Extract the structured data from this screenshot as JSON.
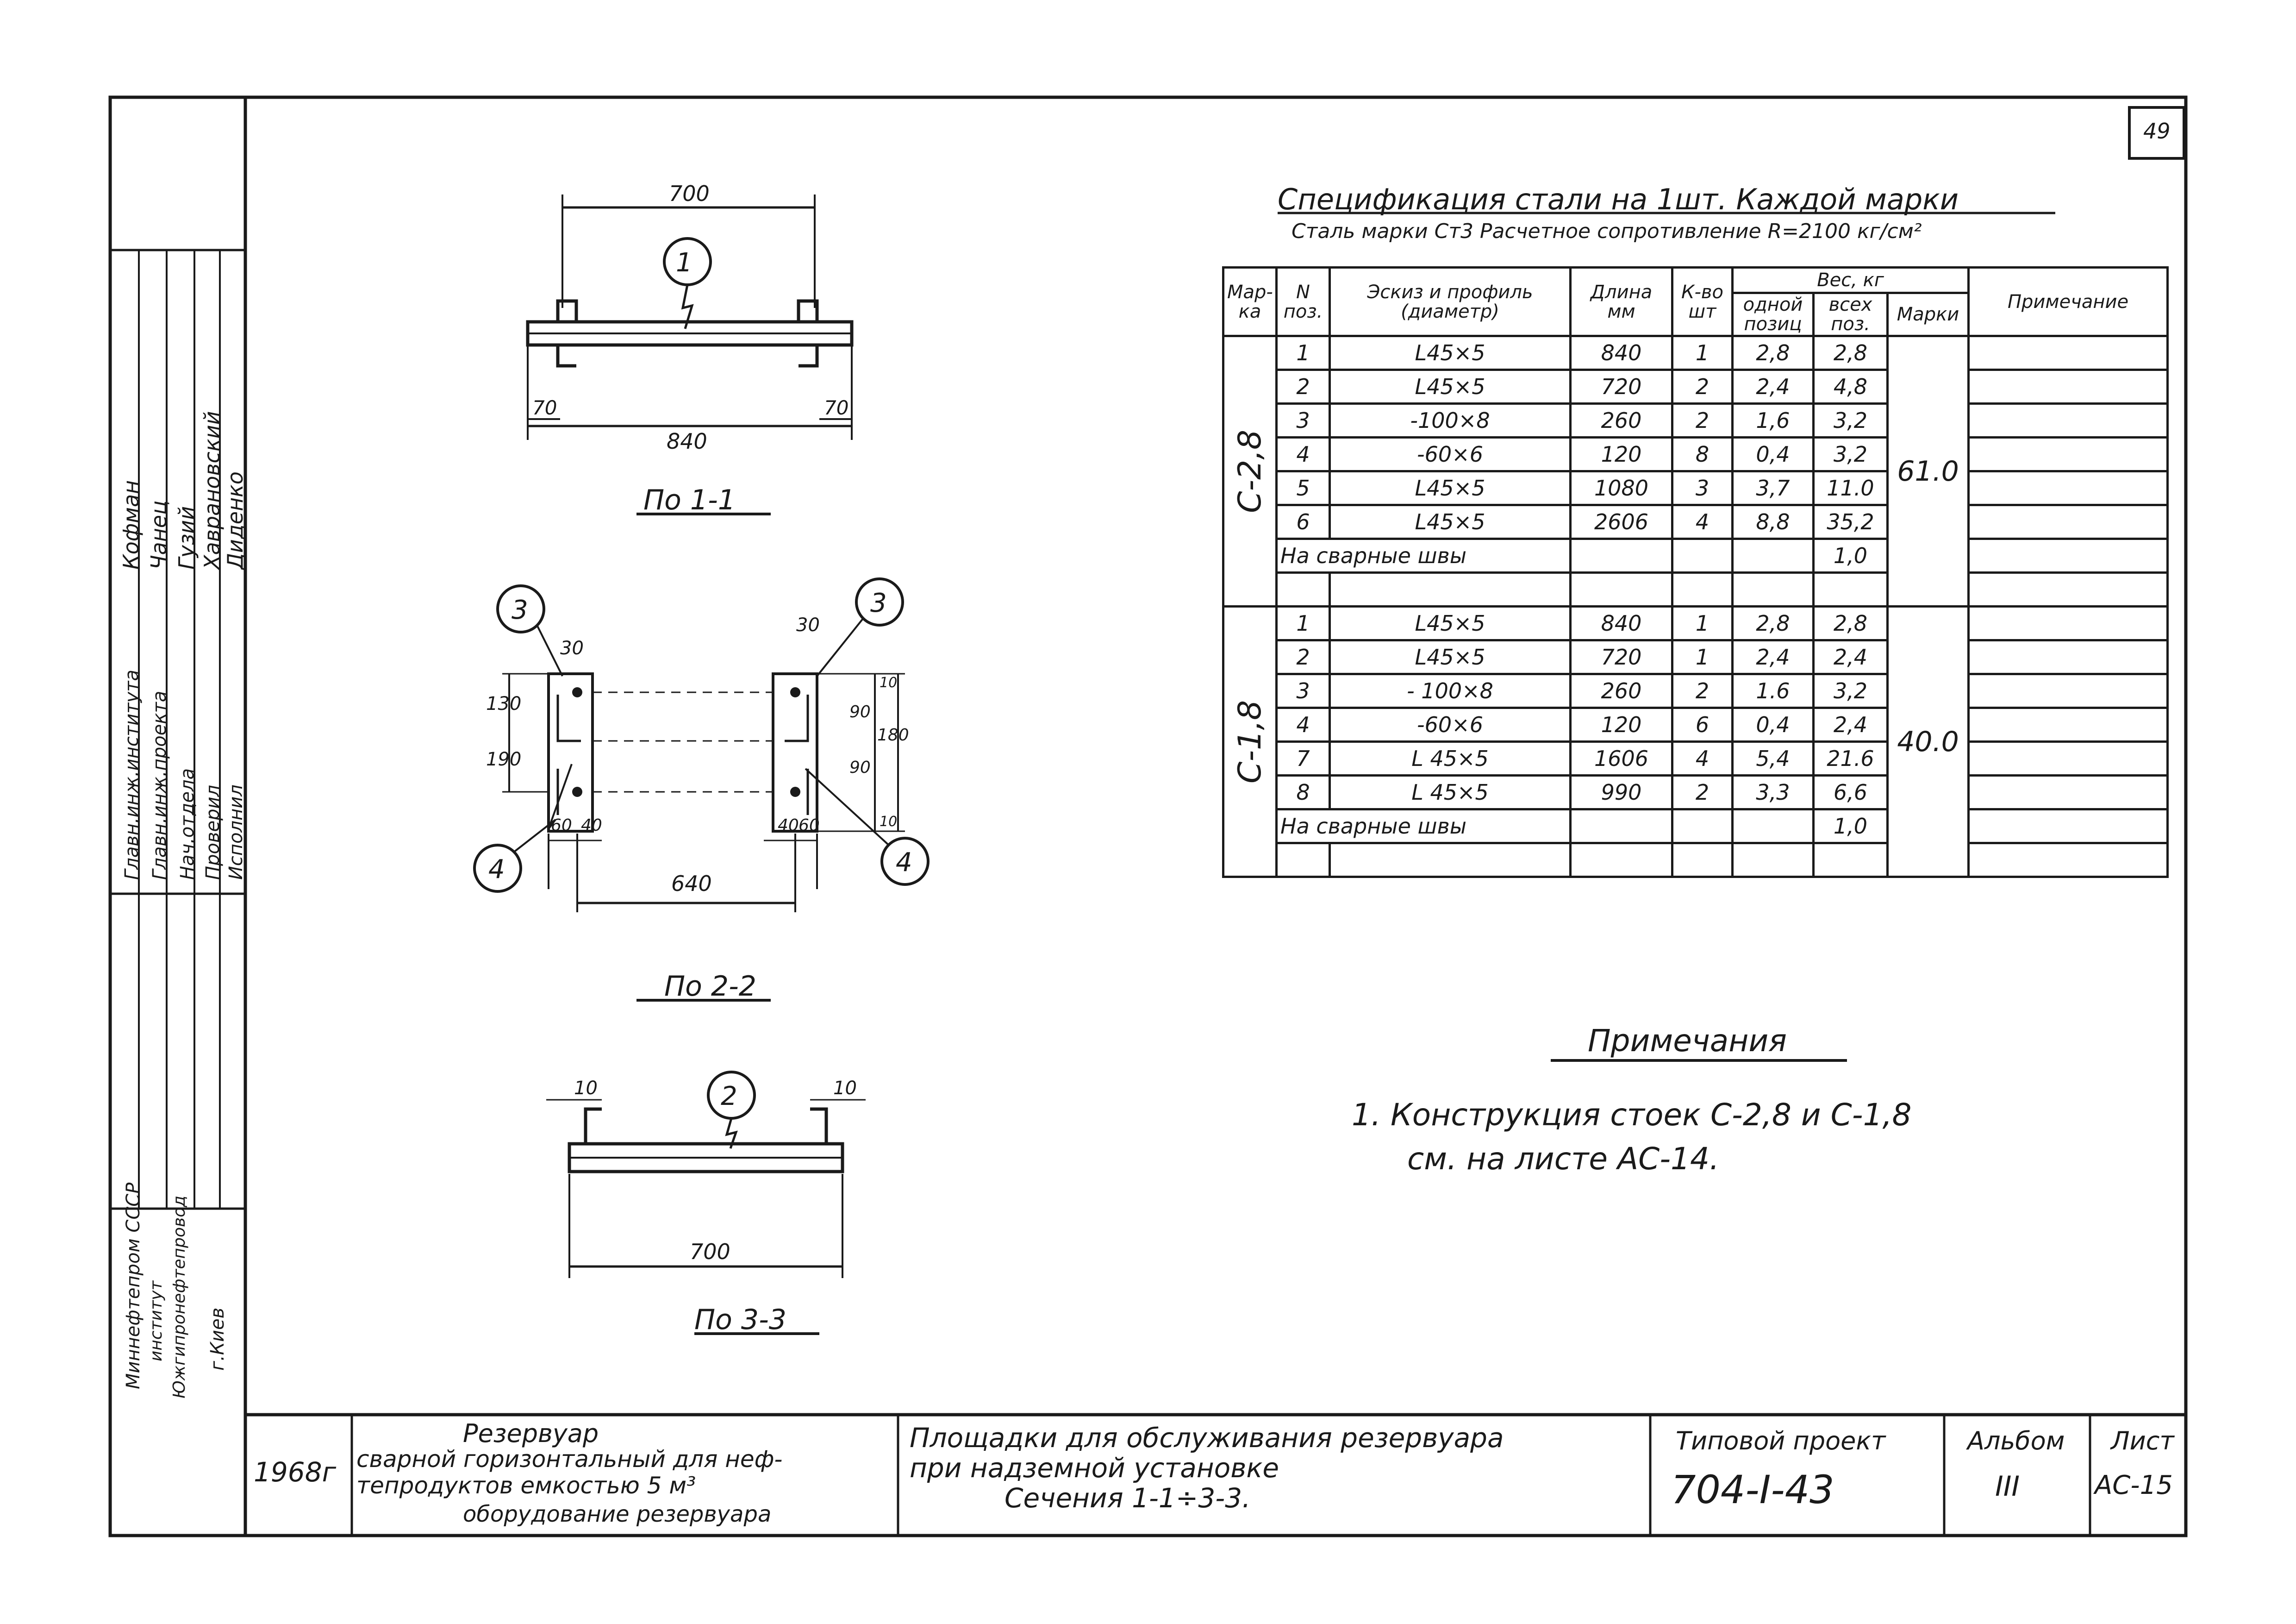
{
  "sheet_number_badge": "49",
  "spec": {
    "title": "Спецификация стали на 1шт. Каждой марки",
    "subtitle": "Сталь марки Ст3 Расчетное сопротивление R=2100 кг/см²",
    "headers": {
      "mark": "Мар-ка",
      "pos": "N поз.",
      "sketch": "Эскиз и профиль (диаметр)",
      "length": "Длина мм",
      "qty": "К-во шт",
      "weight_group": "Вес, кг",
      "one_pos": "одной позиц",
      "all_pos": "всех поз.",
      "per_mark": "Марки",
      "note": "Примечание"
    },
    "groups": [
      {
        "mark": "С-2,8",
        "mass": "61.0",
        "rows": [
          {
            "pos": "1",
            "profile": "L45×5",
            "length": "840",
            "qty": "1",
            "one": "2,8",
            "all": "2,8"
          },
          {
            "pos": "2",
            "profile": "L45×5",
            "length": "720",
            "qty": "2",
            "one": "2,4",
            "all": "4,8"
          },
          {
            "pos": "3",
            "profile": "-100×8",
            "length": "260",
            "qty": "2",
            "one": "1,6",
            "all": "3,2"
          },
          {
            "pos": "4",
            "profile": "-60×6",
            "length": "120",
            "qty": "8",
            "one": "0,4",
            "all": "3,2"
          },
          {
            "pos": "5",
            "profile": "L45×5",
            "length": "1080",
            "qty": "3",
            "one": "3,7",
            "all": "11.0"
          },
          {
            "pos": "6",
            "profile": "L45×5",
            "length": "2606",
            "qty": "4",
            "one": "8,8",
            "all": "35,2"
          }
        ],
        "welds_label": "На сварные швы",
        "welds_value": "1,0"
      },
      {
        "mark": "С-1,8",
        "mass": "40.0",
        "rows": [
          {
            "pos": "1",
            "profile": "L45×5",
            "length": "840",
            "qty": "1",
            "one": "2,8",
            "all": "2,8"
          },
          {
            "pos": "2",
            "profile": "L45×5",
            "length": "720",
            "qty": "1",
            "one": "2,4",
            "all": "2,4"
          },
          {
            "pos": "3",
            "profile": "- 100×8",
            "length": "260",
            "qty": "2",
            "one": "1.6",
            "all": "3,2"
          },
          {
            "pos": "4",
            "profile": "-60×6",
            "length": "120",
            "qty": "6",
            "one": "0,4",
            "all": "2,4"
          },
          {
            "pos": "7",
            "profile": "L 45×5",
            "length": "1606",
            "qty": "4",
            "one": "5,4",
            "all": "21.6"
          },
          {
            "pos": "8",
            "profile": "L 45×5",
            "length": "990",
            "qty": "2",
            "one": "3,3",
            "all": "6,6"
          }
        ],
        "welds_label": "На сварные швы",
        "welds_value": "1,0"
      }
    ]
  },
  "notes": {
    "title": "Примечания",
    "line1": "1. Конструкция стоек С-2,8 и С-1,8",
    "line2": "см. на листе АС-14."
  },
  "drawings": {
    "s1": {
      "caption": "По 1-1",
      "top_dim": "700",
      "bottom_dim": "840",
      "left_dim": "70",
      "right_dim": "70",
      "callout": "1"
    },
    "s2": {
      "caption": "По 2-2",
      "dim_30_left": "30",
      "dim_30_right": "30",
      "dim_130": "130",
      "dim_190": "190",
      "dim_60_left": "60",
      "dim_40_left": "40",
      "dim_40_right": "40",
      "dim_60_right": "60",
      "dim_90_top": "90",
      "dim_90_bottom": "90",
      "dim_180": "180",
      "dim_10_top": "10",
      "dim_10_bottom": "10",
      "dim_640": "640",
      "callout_3": "3",
      "callout_4": "4"
    },
    "s3": {
      "caption": "По 3-3",
      "dim_10_left": "10",
      "dim_10_right": "10",
      "bottom_dim": "700",
      "callout": "2"
    }
  },
  "sidebar": {
    "roles": [
      "Главн.инж.института",
      "Главн.инж.проекта",
      "Нач.отдела",
      "Проверил",
      "Исполнил"
    ],
    "names": [
      "Кофман",
      "Чанец",
      "Гузий",
      "Хаврановский",
      "Диденко"
    ],
    "org_lines": [
      "Миннефтепром СССР",
      "институт",
      "Южгипронефтепровод",
      "г.Киев"
    ]
  },
  "title_block": {
    "year": "1968г",
    "object_line1": "Резервуар",
    "object_line2": "сварной горизонтальный для неф-",
    "object_line3": "тепродуктов емкостью 5 м³",
    "object_line4": "оборудование резервуара",
    "sheet_title_line1": "Площадки для обслуживания резервуара",
    "sheet_title_line2": "при надземной установке",
    "sheet_title_line3": "Сечения 1-1÷3-3.",
    "project_label": "Типовой проект",
    "project_code": "704-I-43",
    "album_label": "Альбом",
    "album_value": "III",
    "sheet_label": "Лист",
    "sheet_value": "АС-15"
  }
}
